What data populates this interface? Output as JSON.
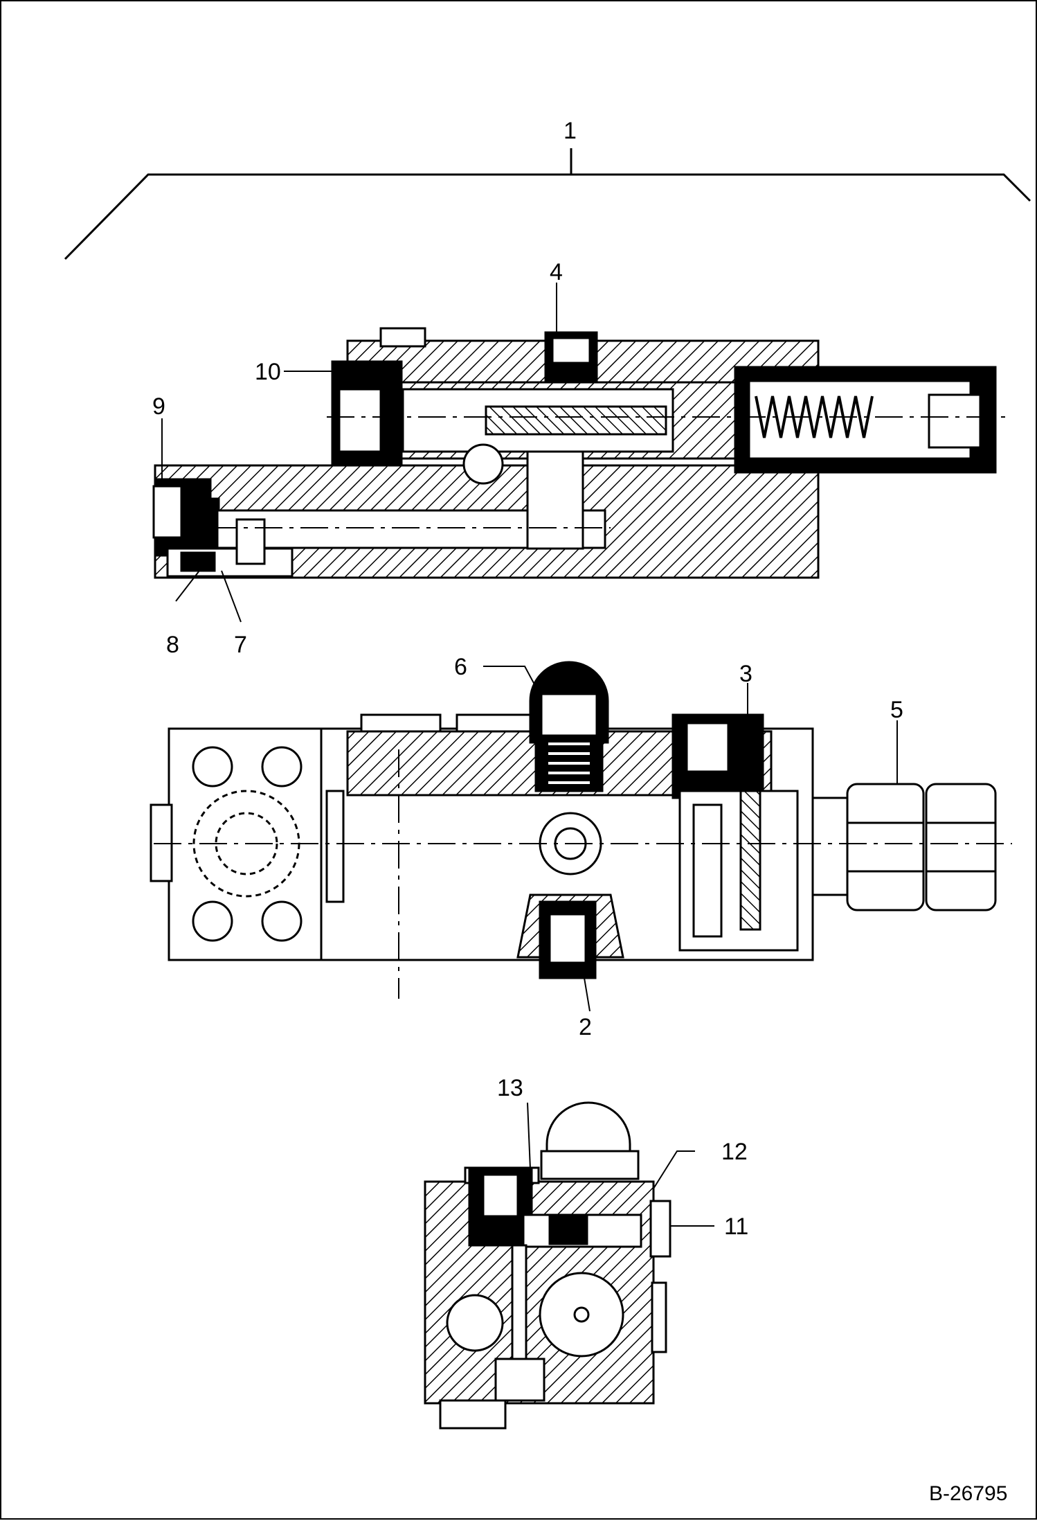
{
  "callouts": {
    "c1": "1",
    "c2": "2",
    "c3": "3",
    "c4": "4",
    "c5": "5",
    "c6": "6",
    "c7": "7",
    "c8": "8",
    "c9": "9",
    "c10": "10",
    "c11": "11",
    "c12": "12",
    "c13": "13"
  },
  "drawing_code": "B-26795"
}
